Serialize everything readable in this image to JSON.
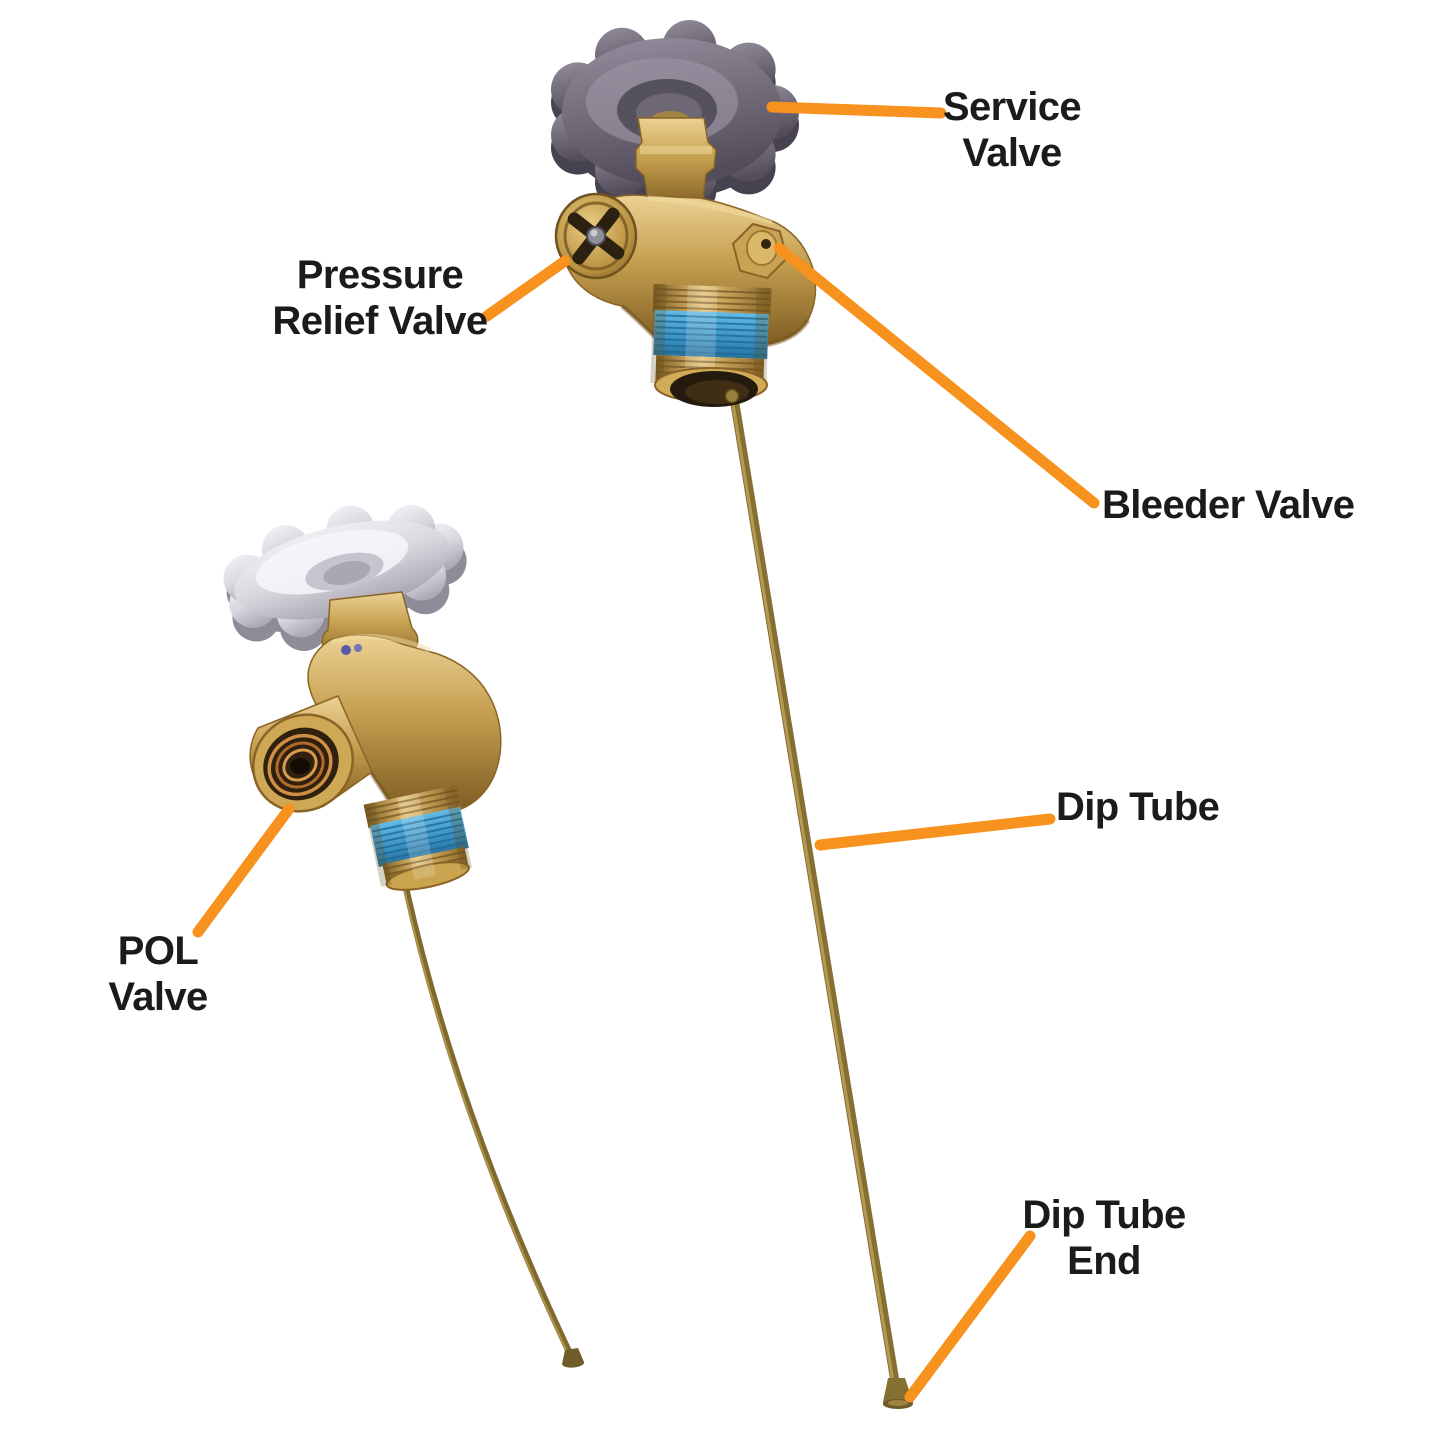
{
  "colors": {
    "accent": "#F7921E",
    "text": "#1B1B1B",
    "background": "#FFFFFF",
    "brass": "#C49E4E",
    "handwheel_gray": "#6E6876",
    "handwheel_silver": "#D9D8DF",
    "thread_seal_tape_blue": "#3E97C8",
    "dip_tube_brass": "#847031"
  },
  "labels": {
    "service_valve": "Service\nValve",
    "pressure_relief_valve": "Pressure\nRelief Valve",
    "bleeder_valve": "Bleeder Valve",
    "dip_tube": "Dip Tube",
    "pol_valve": "POL\nValve",
    "dip_tube_end": "Dip Tube\nEnd"
  }
}
